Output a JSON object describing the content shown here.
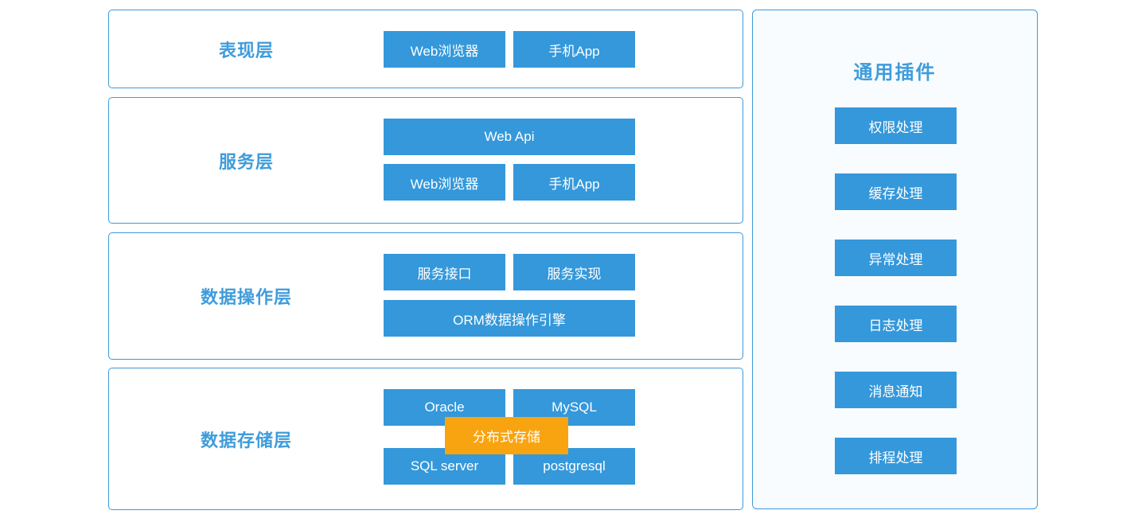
{
  "layers": [
    {
      "label": "表现层",
      "blocks": [
        "Web浏览器",
        "手机App"
      ]
    },
    {
      "label": "服务层",
      "blocks": [
        "Web Api",
        "Web浏览器",
        "手机App"
      ]
    },
    {
      "label": "数据操作层",
      "blocks": [
        "服务接口",
        "服务实现",
        "ORM数据操作引擎"
      ]
    },
    {
      "label": "数据存储层",
      "blocks": [
        "Oracle",
        "MySQL",
        "SQL server",
        "postgresql"
      ],
      "overlay": "分布式存储"
    }
  ],
  "plugins": {
    "title": "通用插件",
    "items": [
      "权限处理",
      "缓存处理",
      "异常处理",
      "日志处理",
      "消息通知",
      "排程处理"
    ]
  },
  "colors": {
    "block_blue": "#3498db",
    "border_blue": "#3f98da",
    "label_blue": "#3f9cdb",
    "overlay_orange": "#f8a410",
    "panel_background": "#f8fcfe",
    "page_background": "#ffffff"
  }
}
